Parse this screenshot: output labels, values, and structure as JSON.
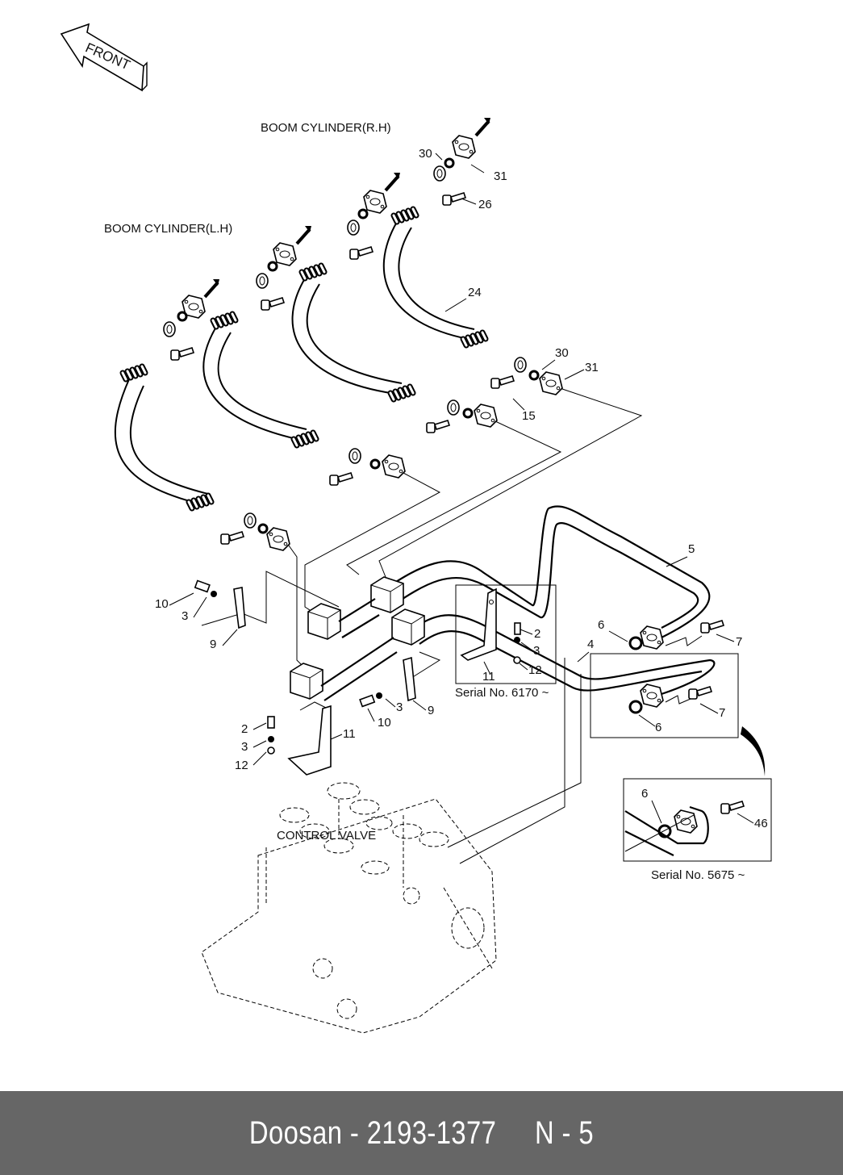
{
  "diagram": {
    "front_arrow_label": "FRONT",
    "captions": {
      "boom_cylinder_rh": "BOOM CYLINDER(R.H)",
      "boom_cylinder_lh": "BOOM CYLINDER(L.H)",
      "control_valve": "CONTROL VALVE",
      "serial_6170": "Serial No. 6170 ~",
      "serial_5675": "Serial No. 5675 ~"
    },
    "callouts": {
      "top_oring": "30",
      "top_flange": "31",
      "top_bolt": "26",
      "hose": "24",
      "mid_oring": "30",
      "mid_flange": "31",
      "mid_bolt": "15",
      "tube_upper": "5",
      "tube_lower": "4",
      "oring_upper": "6",
      "bolt_upper": "7",
      "oring_lower": "6",
      "bolt_lower": "7",
      "detail_oring": "6",
      "detail_bolt": "46",
      "left_bolt": "10",
      "left_washer": "3",
      "left_clamp": "9",
      "center_bolt": "10",
      "center_washer": "3",
      "center_clamp": "9",
      "bracket_bolt": "2",
      "bracket_washer": "3",
      "bracket_plain_washer": "12",
      "bracket": "11",
      "serial_bolt": "2",
      "serial_washer": "3",
      "serial_plain_washer": "12",
      "serial_bracket": "11"
    }
  },
  "footer": {
    "text": "Doosan - 2193-1377     N - 5",
    "background": "#666666",
    "color": "#ffffff"
  }
}
